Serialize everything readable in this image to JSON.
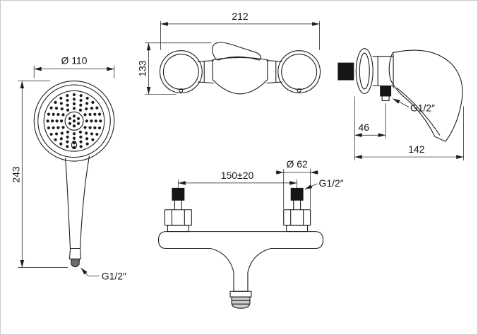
{
  "drawing": {
    "background": "#ffffff",
    "line_color": "#1c1c1c"
  },
  "views": {
    "hand_shower": {
      "labels": {
        "diameter": "Ø 110",
        "height": "243",
        "thread": "G1/2″"
      }
    },
    "front": {
      "labels": {
        "width": "212",
        "height": "133"
      }
    },
    "side": {
      "labels": {
        "thread": "G1/2″",
        "wall_to_outlet": "46",
        "depth": "142"
      }
    },
    "bottom": {
      "labels": {
        "center_spacing": "150±20",
        "diameter": "Ø 62",
        "thread": "G1/2″"
      }
    }
  }
}
